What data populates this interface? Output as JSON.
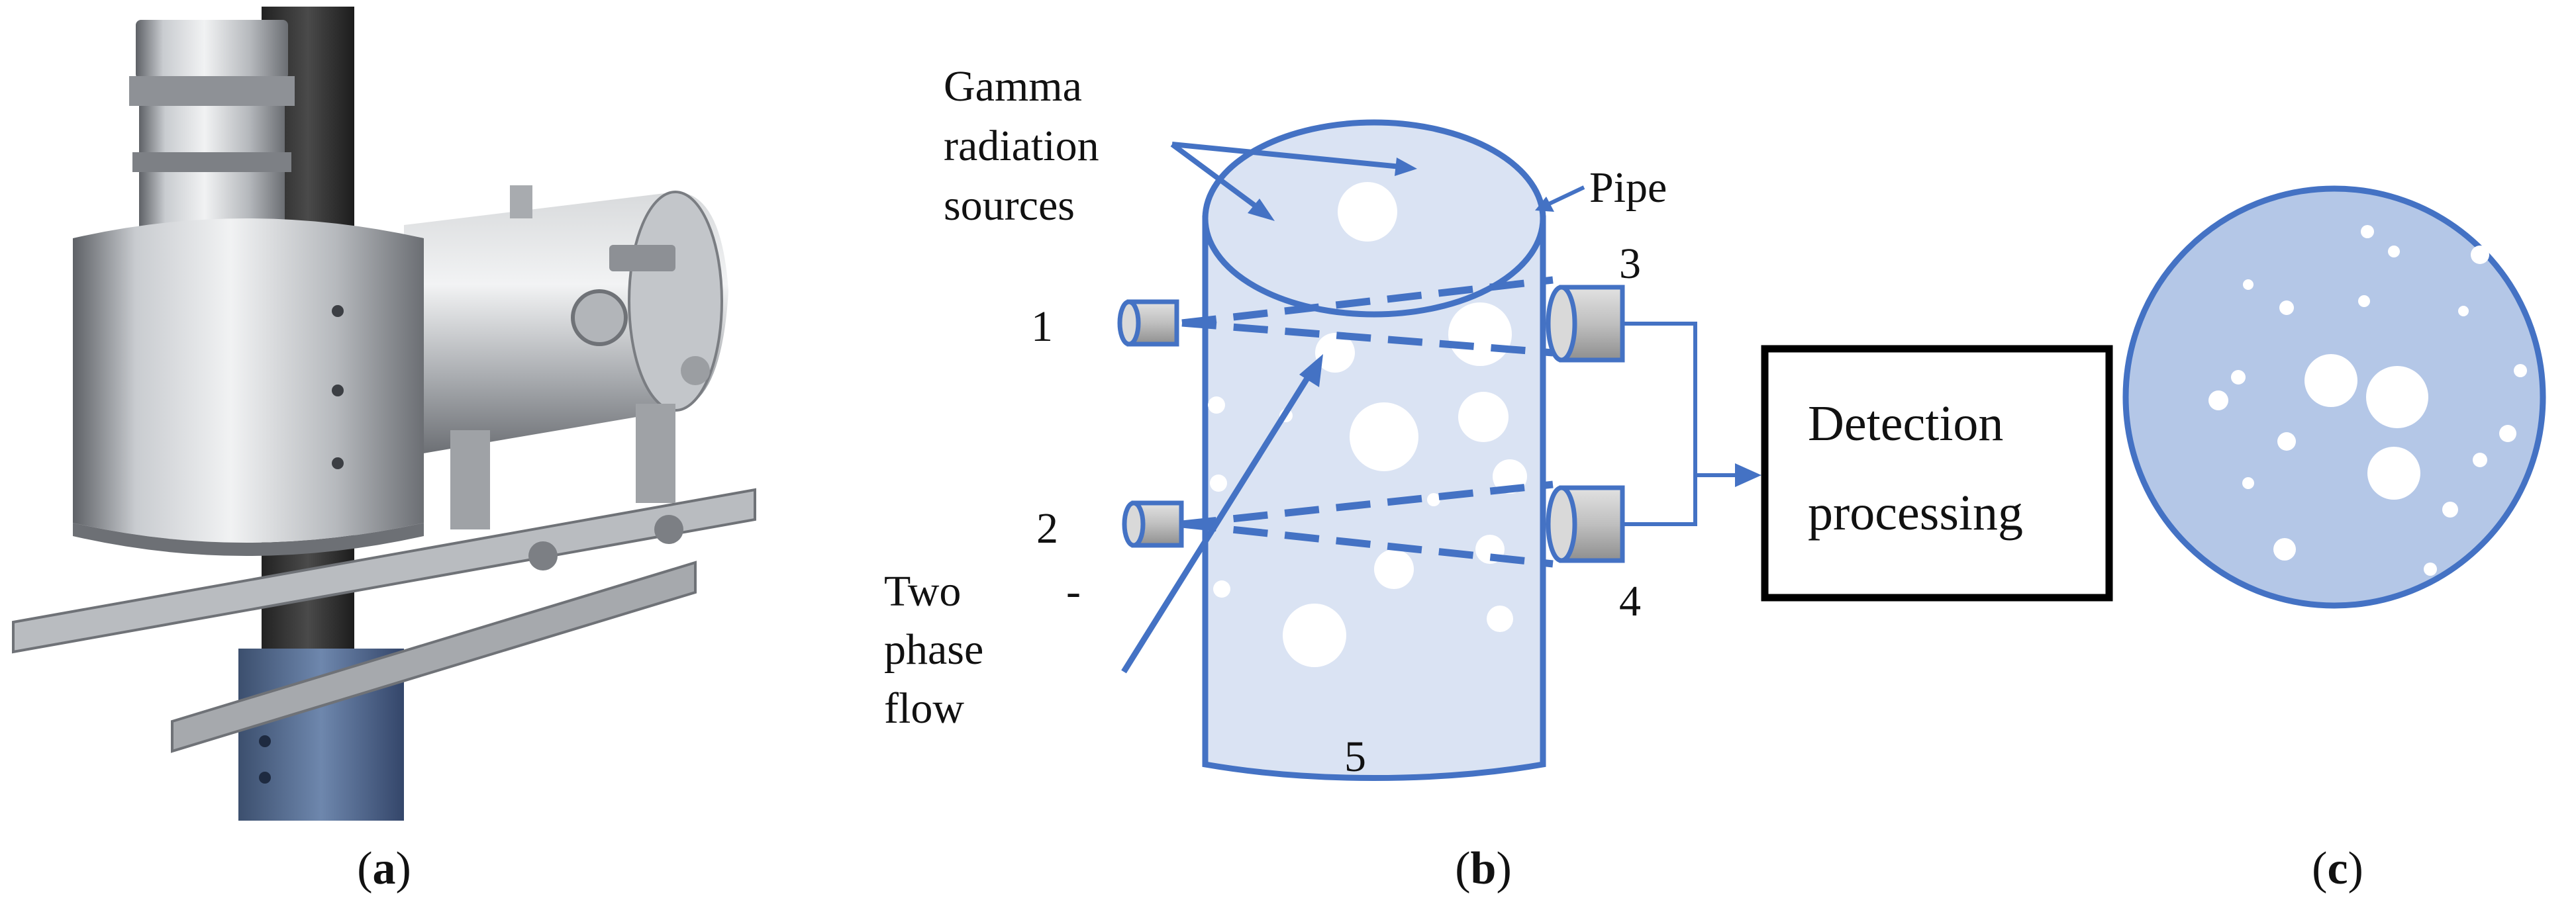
{
  "figure": {
    "panel_a": {
      "caption": {
        "open": "(",
        "letter": "a",
        "close": ")"
      },
      "image_subject": "gamma-densitometer-device"
    },
    "panel_b": {
      "caption": {
        "open": "(",
        "letter": "b",
        "close": ")"
      },
      "labels": {
        "sources_line1": "Gamma",
        "sources_line2": "radiation",
        "sources_line3": "sources",
        "pipe": "Pipe",
        "n1": "1",
        "n2": "2",
        "n3": "3",
        "n4": "4",
        "n5": "5",
        "flow_line1": "Two",
        "flow_line2": "phase",
        "flow_line3": "flow",
        "dash": "-",
        "box_line1": "Detection",
        "box_line2": "processing"
      }
    },
    "panel_c": {
      "caption": {
        "open": "(",
        "letter": "c",
        "close": ")"
      }
    },
    "colors": {
      "accent": "#4472c4",
      "pipe_fill": "#dae3f3",
      "cross_section_fill": "#b4c7e7",
      "bubble": "#ffffff",
      "ink": "#111111"
    }
  }
}
